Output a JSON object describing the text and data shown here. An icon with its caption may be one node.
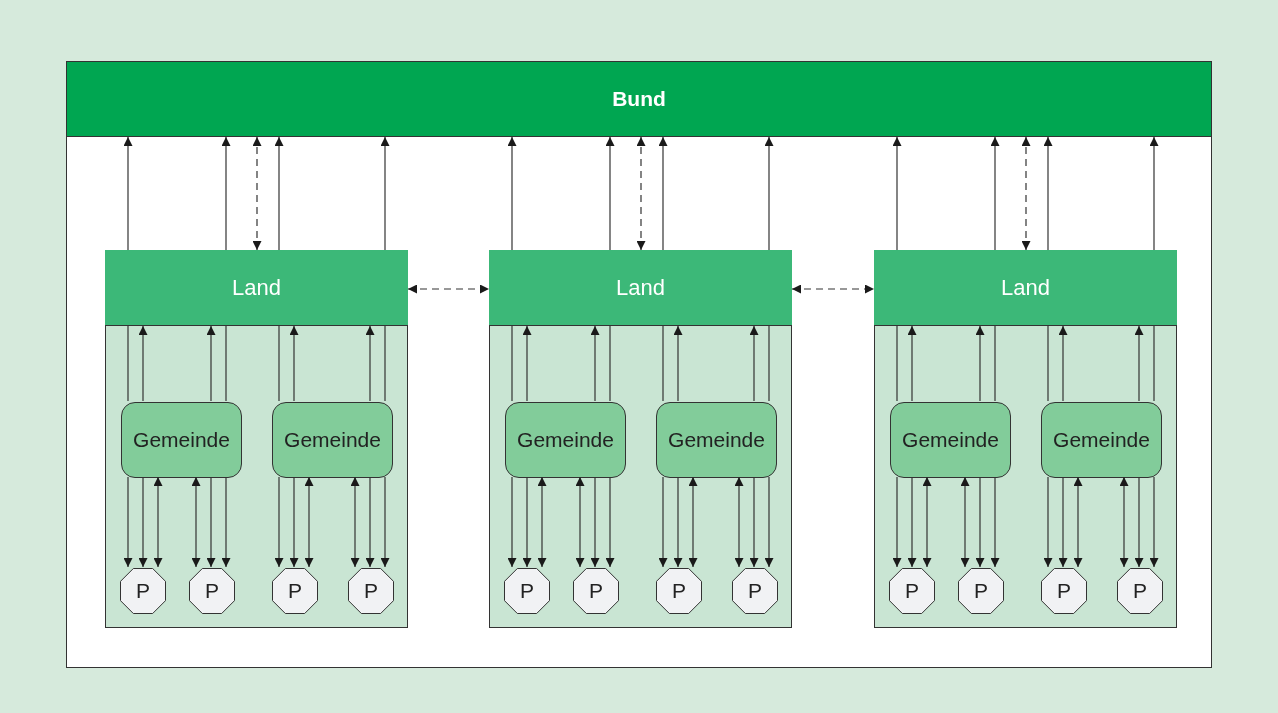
{
  "diagram": {
    "nodes": [
      {
        "text": [
          "Bund"
        ]
      },
      {
        "text": [
          "Land"
        ]
      },
      {
        "text": [
          "Gemeinde"
        ],
        "in": 1
      },
      {
        "text": [
          "Gemeinde"
        ],
        "in": 1
      },
      {
        "text": [
          "P"
        ],
        "in": 1
      },
      {
        "text": [
          "P"
        ],
        "in": 1
      },
      {
        "text": [
          "P"
        ],
        "in": 1
      },
      {
        "text": [
          "P"
        ],
        "in": 1
      },
      {
        "text": [
          "Land"
        ]
      },
      {
        "text": [
          "Gemeinde"
        ],
        "in": 8
      },
      {
        "text": [
          "Gemeinde"
        ],
        "in": 8
      },
      {
        "text": [
          "P"
        ],
        "in": 8
      },
      {
        "text": [
          "P"
        ],
        "in": 8
      },
      {
        "text": [
          "P"
        ],
        "in": 8
      },
      {
        "text": [
          "P"
        ],
        "in": 8
      },
      {
        "text": [
          "Land"
        ]
      },
      {
        "text": [
          "Gemeinde"
        ],
        "in": 15
      },
      {
        "text": [
          "Gemeinde"
        ],
        "in": 15
      },
      {
        "text": [
          "P"
        ],
        "in": 15
      },
      {
        "text": [
          "P"
        ],
        "in": 15
      },
      {
        "text": [
          "P"
        ],
        "in": 15
      },
      {
        "text": [
          "P"
        ],
        "in": 15
      }
    ],
    "edges": [
      {
        "from": 1,
        "to": 0,
        "arrow": "to"
      },
      {
        "from": 1,
        "to": 0,
        "arrow": "to"
      },
      {
        "from": 1,
        "to": 0,
        "arrow": "both",
        "style": "dashed"
      },
      {
        "from": 1,
        "to": 0,
        "arrow": "to"
      },
      {
        "from": 1,
        "to": 0,
        "arrow": "to"
      },
      {
        "from": 1,
        "to": 2,
        "arrow": "none"
      },
      {
        "from": 2,
        "to": 1,
        "arrow": "to"
      },
      {
        "from": 2,
        "to": 1,
        "arrow": "to"
      },
      {
        "from": 1,
        "to": 2,
        "arrow": "none"
      },
      {
        "from": 1,
        "to": 3,
        "arrow": "none"
      },
      {
        "from": 3,
        "to": 1,
        "arrow": "to"
      },
      {
        "from": 3,
        "to": 1,
        "arrow": "to"
      },
      {
        "from": 1,
        "to": 3,
        "arrow": "none"
      },
      {
        "from": 2,
        "to": 4,
        "arrow": "to"
      },
      {
        "from": 2,
        "to": 4,
        "arrow": "to"
      },
      {
        "from": 2,
        "to": 4,
        "arrow": "both"
      },
      {
        "from": 2,
        "to": 5,
        "arrow": "both"
      },
      {
        "from": 2,
        "to": 5,
        "arrow": "to"
      },
      {
        "from": 2,
        "to": 5,
        "arrow": "to"
      },
      {
        "from": 3,
        "to": 6,
        "arrow": "to"
      },
      {
        "from": 3,
        "to": 6,
        "arrow": "to"
      },
      {
        "from": 3,
        "to": 6,
        "arrow": "both"
      },
      {
        "from": 3,
        "to": 7,
        "arrow": "both"
      },
      {
        "from": 3,
        "to": 7,
        "arrow": "to"
      },
      {
        "from": 3,
        "to": 7,
        "arrow": "to"
      },
      {
        "from": 1,
        "to": 8,
        "arrow": "both",
        "style": "dashed"
      },
      {
        "from": 8,
        "to": 0,
        "arrow": "to"
      },
      {
        "from": 8,
        "to": 0,
        "arrow": "to"
      },
      {
        "from": 8,
        "to": 0,
        "arrow": "both",
        "style": "dashed"
      },
      {
        "from": 8,
        "to": 0,
        "arrow": "to"
      },
      {
        "from": 8,
        "to": 0,
        "arrow": "to"
      },
      {
        "from": 8,
        "to": 9,
        "arrow": "none"
      },
      {
        "from": 9,
        "to": 8,
        "arrow": "to"
      },
      {
        "from": 9,
        "to": 8,
        "arrow": "to"
      },
      {
        "from": 8,
        "to": 9,
        "arrow": "none"
      },
      {
        "from": 8,
        "to": 10,
        "arrow": "none"
      },
      {
        "from": 10,
        "to": 8,
        "arrow": "to"
      },
      {
        "from": 10,
        "to": 8,
        "arrow": "to"
      },
      {
        "from": 8,
        "to": 10,
        "arrow": "none"
      },
      {
        "from": 9,
        "to": 11,
        "arrow": "to"
      },
      {
        "from": 9,
        "to": 11,
        "arrow": "to"
      },
      {
        "from": 9,
        "to": 11,
        "arrow": "both"
      },
      {
        "from": 9,
        "to": 12,
        "arrow": "both"
      },
      {
        "from": 9,
        "to": 12,
        "arrow": "to"
      },
      {
        "from": 9,
        "to": 12,
        "arrow": "to"
      },
      {
        "from": 10,
        "to": 13,
        "arrow": "to"
      },
      {
        "from": 10,
        "to": 13,
        "arrow": "to"
      },
      {
        "from": 10,
        "to": 13,
        "arrow": "both"
      },
      {
        "from": 10,
        "to": 14,
        "arrow": "both"
      },
      {
        "from": 10,
        "to": 14,
        "arrow": "to"
      },
      {
        "from": 10,
        "to": 14,
        "arrow": "to"
      },
      {
        "from": 8,
        "to": 15,
        "arrow": "both",
        "style": "dashed"
      },
      {
        "from": 15,
        "to": 0,
        "arrow": "to"
      },
      {
        "from": 15,
        "to": 0,
        "arrow": "to"
      },
      {
        "from": 15,
        "to": 0,
        "arrow": "both",
        "style": "dashed"
      },
      {
        "from": 15,
        "to": 0,
        "arrow": "to"
      },
      {
        "from": 15,
        "to": 0,
        "arrow": "to"
      },
      {
        "from": 15,
        "to": 16,
        "arrow": "none"
      },
      {
        "from": 16,
        "to": 15,
        "arrow": "to"
      },
      {
        "from": 16,
        "to": 15,
        "arrow": "to"
      },
      {
        "from": 15,
        "to": 16,
        "arrow": "none"
      },
      {
        "from": 15,
        "to": 17,
        "arrow": "none"
      },
      {
        "from": 17,
        "to": 15,
        "arrow": "to"
      },
      {
        "from": 17,
        "to": 15,
        "arrow": "to"
      },
      {
        "from": 15,
        "to": 17,
        "arrow": "none"
      },
      {
        "from": 16,
        "to": 18,
        "arrow": "to"
      },
      {
        "from": 16,
        "to": 18,
        "arrow": "to"
      },
      {
        "from": 16,
        "to": 18,
        "arrow": "both"
      },
      {
        "from": 16,
        "to": 19,
        "arrow": "both"
      },
      {
        "from": 16,
        "to": 19,
        "arrow": "to"
      },
      {
        "from": 16,
        "to": 19,
        "arrow": "to"
      },
      {
        "from": 17,
        "to": 20,
        "arrow": "to"
      },
      {
        "from": 17,
        "to": 20,
        "arrow": "to"
      },
      {
        "from": 17,
        "to": 20,
        "arrow": "both"
      },
      {
        "from": 17,
        "to": 21,
        "arrow": "both"
      },
      {
        "from": 17,
        "to": 21,
        "arrow": "to"
      },
      {
        "from": 17,
        "to": 21,
        "arrow": "to"
      }
    ]
  }
}
